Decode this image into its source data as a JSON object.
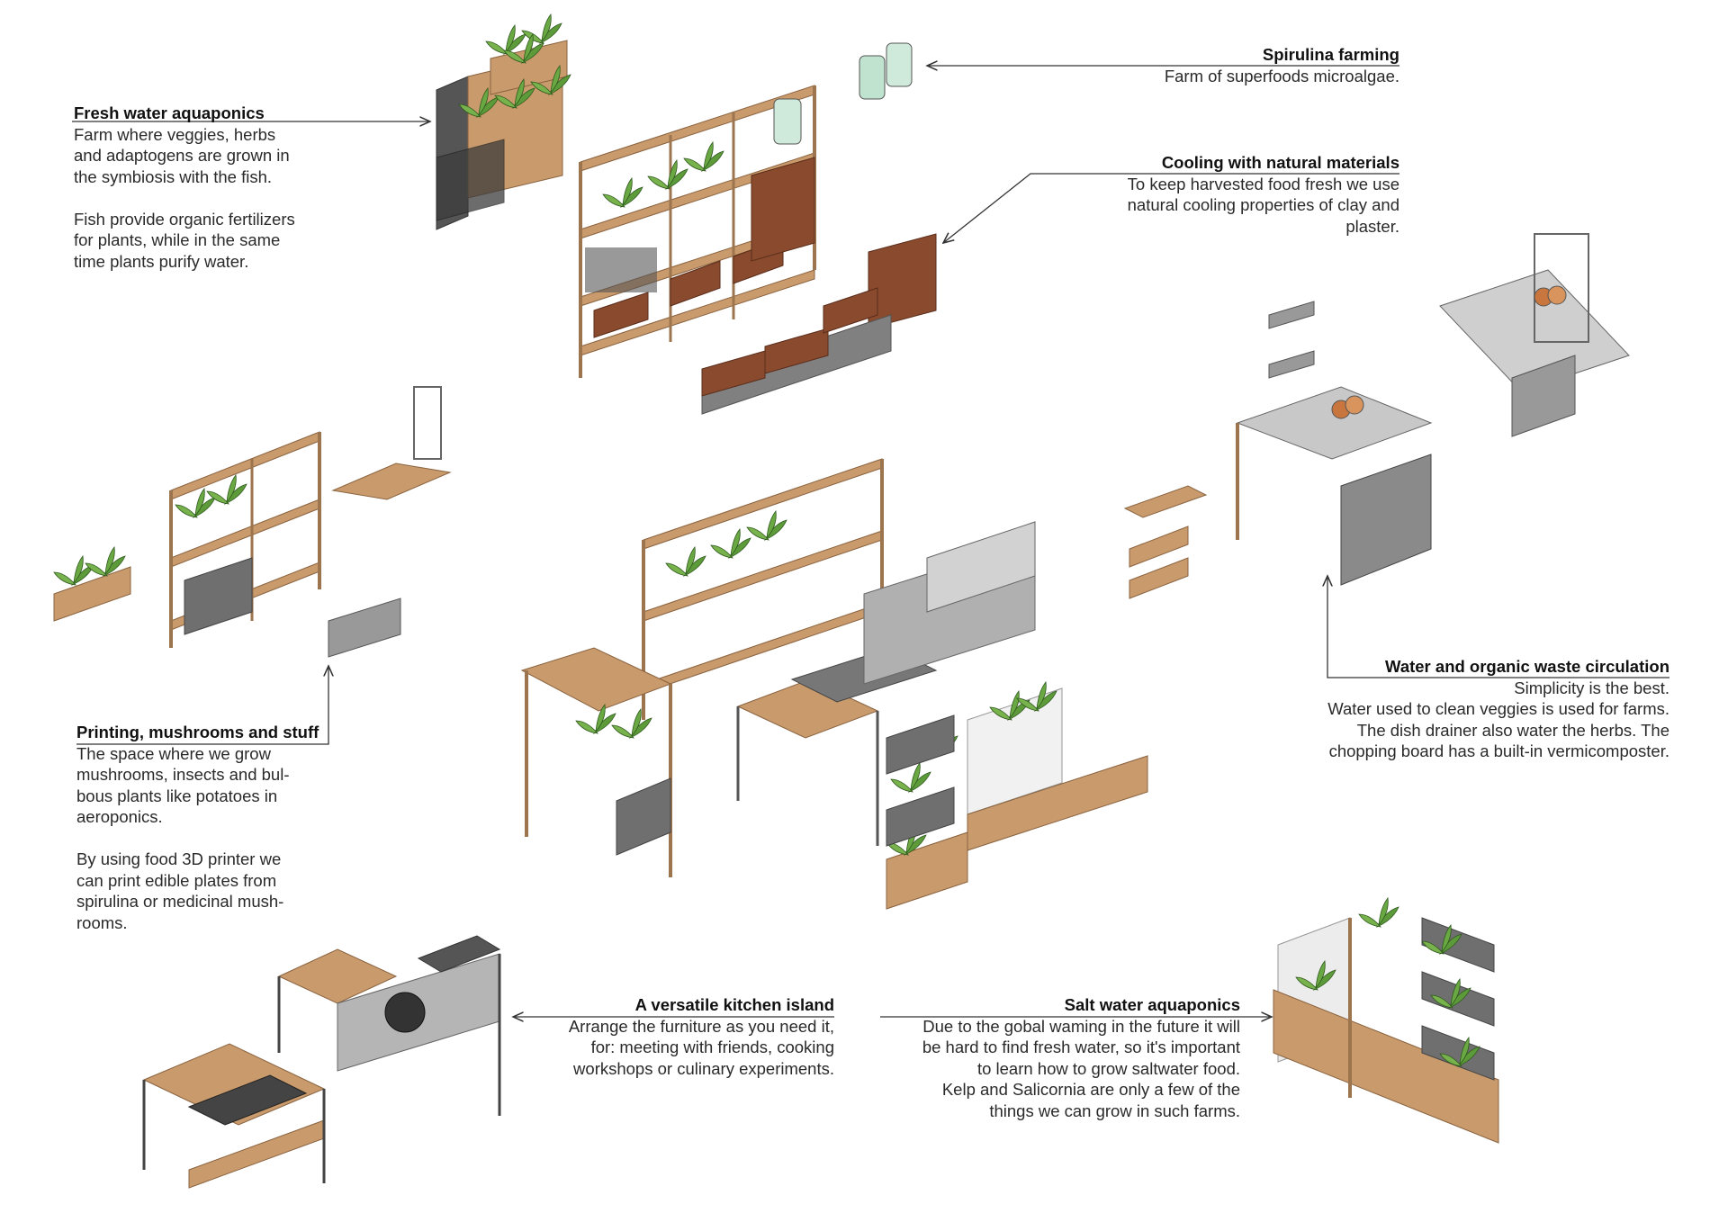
{
  "annotations": {
    "fresh_water": {
      "title": "Fresh water aquaponics",
      "body": "Farm where veggies, herbs\nand adaptogens are grown in\nthe symbiosis with the fish.\n\nFish provide organic fertilizers\nfor plants, while in the same\ntime plants purify water."
    },
    "spirulina": {
      "title": "Spirulina farming",
      "body": "Farm of superfoods microalgae."
    },
    "cooling": {
      "title": "Cooling with natural materials",
      "body": "To keep harvested food fresh we use\nnatural cooling properties of clay and\nplaster."
    },
    "water_waste": {
      "title": "Water and organic waste circulation",
      "body": "Simplicity is the best.\nWater used to clean veggies is used for farms.\nThe dish drainer also water the herbs. The\nchopping board has a built-in vermicomposter."
    },
    "printing": {
      "title": "Printing, mushrooms and stuff",
      "body": "The space where we grow\nmushrooms, insects and bul-\nbous plants like potatoes in\naeroponics.\n\nBy using food 3D printer we\ncan print edible plates from\nspirulina or medicinal mush-\nrooms."
    },
    "island": {
      "title": "A versatile kitchen island",
      "body": "Arrange the furniture as you need it,\nfor: meeting with friends, cooking\nworkshops or culinary experiments."
    },
    "salt_water": {
      "title": "Salt water aquaponics",
      "body": "Due to the gobal waming in the future it will\nbe hard to find fresh water, so it's important\nto learn how to grow saltwater food.\nKelp and Salicornia are only a few of the\nthings we can grow in such farms."
    }
  },
  "colors": {
    "wood": "#c99a6b",
    "wood_dark": "#9c744d",
    "metal": "#6f6f6f",
    "metal_light": "#a8a8a8",
    "leaf": "#5d9a3a",
    "terracotta": "#8a4a2e",
    "glass": "#bfe3cf",
    "line": "#333333"
  }
}
